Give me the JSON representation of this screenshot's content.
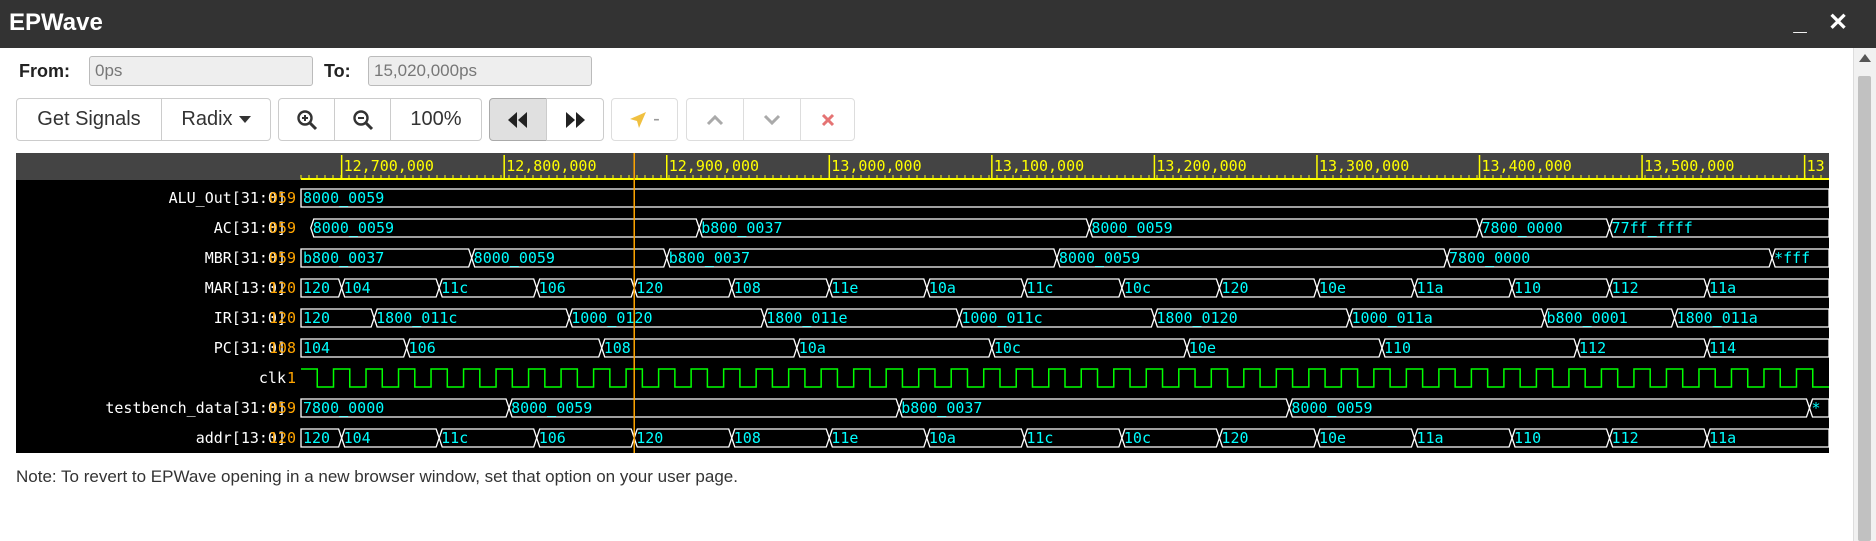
{
  "window": {
    "title": "EPWave",
    "minimize_glyph": "_",
    "close_glyph": "✕"
  },
  "range": {
    "from_label": "From:",
    "from_value": "0ps",
    "to_label": "To:",
    "to_value": "15,020,000ps"
  },
  "toolbar": {
    "get_signals": "Get Signals",
    "radix": "Radix",
    "zoom_in_icon": "zoom-in-icon",
    "zoom_out_icon": "zoom-out-icon",
    "zoom_level": "100%",
    "prev_icon": "rewind-icon",
    "next_icon": "fast-forward-icon",
    "cursor_tool_label": "-",
    "up_icon": "chevron-up-icon",
    "down_icon": "chevron-down-icon",
    "delete_icon": "close-icon"
  },
  "timeline": {
    "ticks": [
      "12,700,000",
      "12,800,000",
      "12,900,000",
      "13,000,000",
      "13,100,000",
      "13,200,000",
      "13,300,000",
      "13,400,000",
      "13,500,000",
      "13"
    ],
    "tick_times": [
      12700000,
      12800000,
      12900000,
      13000000,
      13100000,
      13200000,
      13300000,
      13400000,
      13500000,
      13600000
    ],
    "view_start": 12675000,
    "view_end": 13615000,
    "cursor_time": 12880000
  },
  "signals": [
    {
      "name": "ALU_Out[31:0]",
      "value": "059",
      "transitions": [
        [
          12675000,
          "8000_0059"
        ]
      ]
    },
    {
      "name": "AC[31:0]",
      "value": "059",
      "transitions": [
        [
          12681000,
          "8000_0059"
        ],
        [
          12920000,
          "b800_0037"
        ],
        [
          13160000,
          "8000_0059"
        ],
        [
          13400000,
          "7800_0000"
        ],
        [
          13480000,
          "77ff_ffff"
        ]
      ]
    },
    {
      "name": "MBR[31:0]",
      "value": "059",
      "transitions": [
        [
          12675000,
          "b800_0037"
        ],
        [
          12780000,
          "8000_0059"
        ],
        [
          12900000,
          "b800_0037"
        ],
        [
          13140000,
          "8000_0059"
        ],
        [
          13380000,
          "7800_0000"
        ],
        [
          13580000,
          "*fff"
        ]
      ]
    },
    {
      "name": "MAR[13:0]",
      "value": "120",
      "transitions": [
        [
          12675000,
          "120"
        ],
        [
          12700000,
          "104"
        ],
        [
          12760000,
          "11c"
        ],
        [
          12820000,
          "106"
        ],
        [
          12880000,
          "120"
        ],
        [
          12940000,
          "108"
        ],
        [
          13000000,
          "11e"
        ],
        [
          13060000,
          "10a"
        ],
        [
          13120000,
          "11c"
        ],
        [
          13180000,
          "10c"
        ],
        [
          13240000,
          "120"
        ],
        [
          13300000,
          "10e"
        ],
        [
          13360000,
          "11a"
        ],
        [
          13420000,
          "110"
        ],
        [
          13480000,
          "112"
        ],
        [
          13540000,
          "11a"
        ]
      ]
    },
    {
      "name": "IR[31:0]",
      "value": "120",
      "transitions": [
        [
          12675000,
          "120"
        ],
        [
          12720000,
          "1800_011c"
        ],
        [
          12840000,
          "1000_0120"
        ],
        [
          12960000,
          "1800_011e"
        ],
        [
          13080000,
          "1000_011c"
        ],
        [
          13200000,
          "1800_0120"
        ],
        [
          13320000,
          "1000_011a"
        ],
        [
          13440000,
          "b800_0001"
        ],
        [
          13520000,
          "1800_011a"
        ]
      ]
    },
    {
      "name": "PC[31:0]",
      "value": "108",
      "transitions": [
        [
          12675000,
          "104"
        ],
        [
          12740000,
          "106"
        ],
        [
          12860000,
          "108"
        ],
        [
          12980000,
          "10a"
        ],
        [
          13100000,
          "10c"
        ],
        [
          13220000,
          "10e"
        ],
        [
          13340000,
          "110"
        ],
        [
          13460000,
          "112"
        ],
        [
          13540000,
          "114"
        ]
      ]
    },
    {
      "name": "clk",
      "value": "1",
      "clock": true,
      "clock_period": 20000
    },
    {
      "name": "testbench_data[31:0]",
      "value": "059",
      "transitions": [
        [
          12675000,
          "7800_0000"
        ],
        [
          12803000,
          "8000_0059"
        ],
        [
          13043000,
          "b800_0037"
        ],
        [
          13283000,
          "8000_0059"
        ],
        [
          13603000,
          "*"
        ]
      ]
    },
    {
      "name": "addr[13:0]",
      "value": "120",
      "transitions": [
        [
          12675000,
          "120"
        ],
        [
          12700000,
          "104"
        ],
        [
          12760000,
          "11c"
        ],
        [
          12820000,
          "106"
        ],
        [
          12880000,
          "120"
        ],
        [
          12940000,
          "108"
        ],
        [
          13000000,
          "11e"
        ],
        [
          13060000,
          "10a"
        ],
        [
          13120000,
          "11c"
        ],
        [
          13180000,
          "10c"
        ],
        [
          13240000,
          "120"
        ],
        [
          13300000,
          "10e"
        ],
        [
          13360000,
          "11a"
        ],
        [
          13420000,
          "110"
        ],
        [
          13480000,
          "112"
        ],
        [
          13540000,
          "11a"
        ]
      ]
    }
  ],
  "colors": {
    "bus": "#00ffff",
    "clock": "#00ff00",
    "name": "#ffffff",
    "value": "#ffa500",
    "tick": "#ffff00",
    "cursor": "#ffa500",
    "ruler": "#444444"
  },
  "note": "Note: To revert to EPWave opening in a new browser window, set that option on your user page."
}
